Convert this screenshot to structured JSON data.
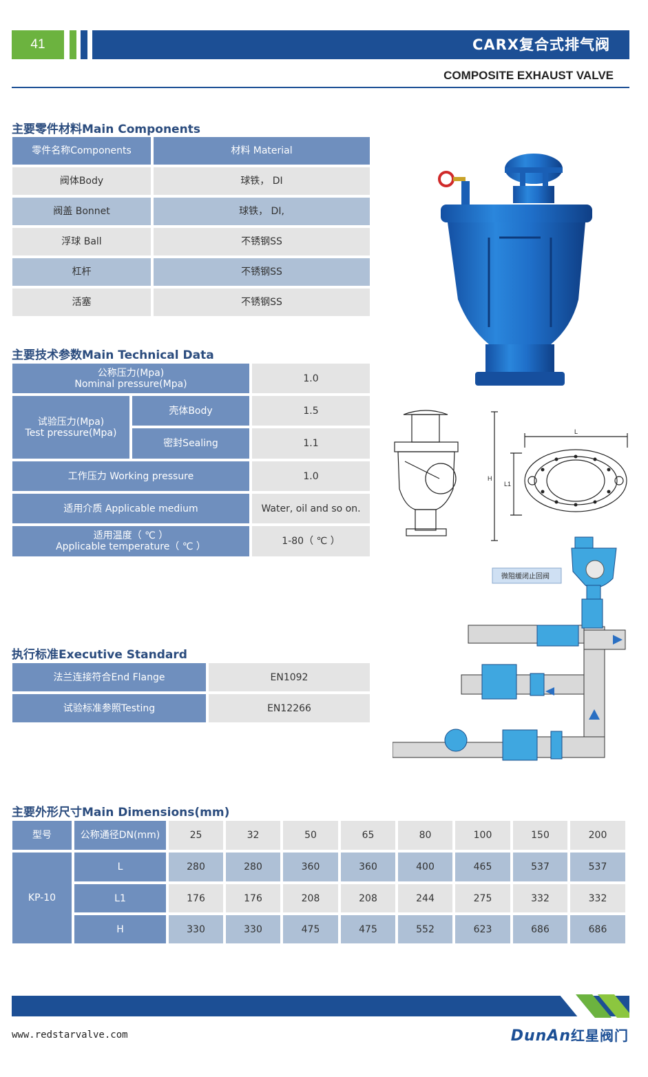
{
  "header": {
    "page_number": "41",
    "title": "CARX复合式排气阀",
    "subtitle": "COMPOSITE EXHAUST VALVE"
  },
  "components": {
    "title": "主要零件材料Main Components",
    "head": [
      "零件名称Components",
      "材料 Material"
    ],
    "rows": [
      [
        "阀体Body",
        "球铁， DI"
      ],
      [
        "阀盖 Bonnet",
        "球铁， DI,"
      ],
      [
        "浮球 Ball",
        "不锈钢SS"
      ],
      [
        "杠杆",
        "不锈钢SS"
      ],
      [
        "活塞",
        "不锈钢SS"
      ]
    ]
  },
  "tech": {
    "title": "主要技术参数Main Technical Data",
    "nominal_cn": "公称压力(Mpa)",
    "nominal_en": "Nominal pressure(Mpa)",
    "nominal_val": "1.0",
    "test_cn": "试验压力(Mpa)",
    "test_en": "Test pressure(Mpa)",
    "body_label": "壳体Body",
    "body_val": "1.5",
    "seal_label": "密封Sealing",
    "seal_val": "1.1",
    "working_label": "工作压力 Working pressure",
    "working_val": "1.0",
    "medium_label": "适用介质 Applicable medium",
    "medium_val": "Water, oil and so on.",
    "temp_cn": "适用温度（ ℃ ）",
    "temp_en": "Applicable temperature（ ℃ ）",
    "temp_val": "1-80（ ℃ ）"
  },
  "standard": {
    "title": "执行标准Executive Standard",
    "rows": [
      [
        "法兰连接符合End Flange",
        "EN1092"
      ],
      [
        "试验标准参照Testing",
        "EN12266"
      ]
    ]
  },
  "diagram": {
    "dim_L": "L",
    "dim_L1": "L1",
    "dim_H": "H",
    "install_label": "微阻缓闭止回阀"
  },
  "dimensions": {
    "title": "主要外形尺寸Main Dimensions(mm)",
    "model_label": "型号",
    "dn_label": "公称通径DN(mm)",
    "dn": [
      "25",
      "32",
      "50",
      "65",
      "80",
      "100",
      "150",
      "200"
    ],
    "model": "KP-10",
    "rows": [
      {
        "label": "L",
        "values": [
          "280",
          "280",
          "360",
          "360",
          "400",
          "465",
          "537",
          "537"
        ]
      },
      {
        "label": "L1",
        "values": [
          "176",
          "176",
          "208",
          "208",
          "244",
          "275",
          "332",
          "332"
        ]
      },
      {
        "label": "H",
        "values": [
          "330",
          "330",
          "475",
          "475",
          "552",
          "623",
          "686",
          "686"
        ]
      }
    ]
  },
  "footer": {
    "url": "www.redstarvalve.com",
    "brand": "DunAn",
    "brand_cn": "红星阀门"
  },
  "colors": {
    "brand_blue": "#1c4f95",
    "brand_green": "#6cb33f",
    "table_blue": "#6f8fbe",
    "valve_blue": "#1f6fc9"
  }
}
